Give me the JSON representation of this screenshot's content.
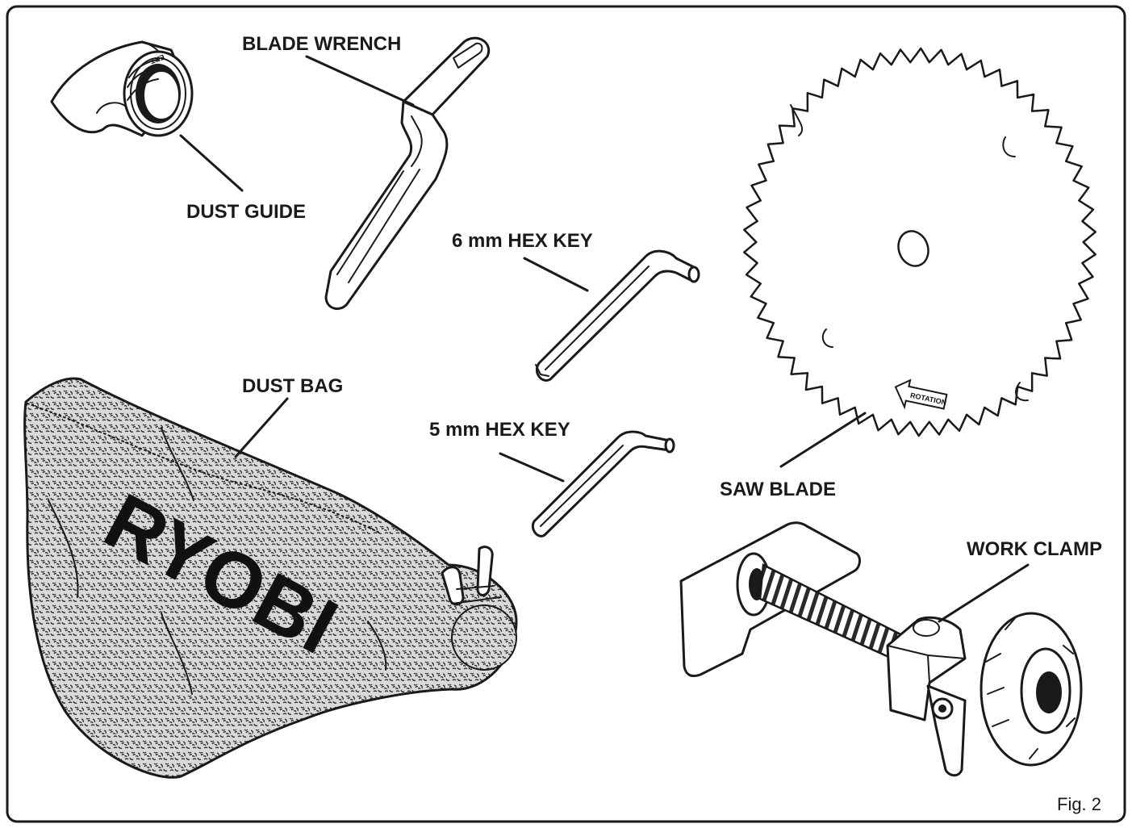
{
  "labels": {
    "blade_wrench": "BLADE WRENCH",
    "dust_guide": "DUST GUIDE",
    "hex_6mm": "6 mm HEX KEY",
    "hex_5mm": "5 mm HEX KEY",
    "dust_bag": "DUST BAG",
    "saw_blade": "SAW BLADE",
    "work_clamp": "WORK CLAMP"
  },
  "figure_number": "Fig. 2",
  "bag_logo": "RYOBI",
  "blade_arrow_text": "ROTATION",
  "icons": {
    "dust_guide": "elbow-fitting-icon",
    "blade_wrench": "wrench-icon",
    "hex_key": "hex-key-icon",
    "dust_bag": "dust-bag-icon",
    "saw_blade": "circular-saw-blade-icon",
    "work_clamp": "screw-clamp-icon"
  },
  "colors": {
    "ink": "#1a1a1a",
    "paper": "#ffffff"
  }
}
